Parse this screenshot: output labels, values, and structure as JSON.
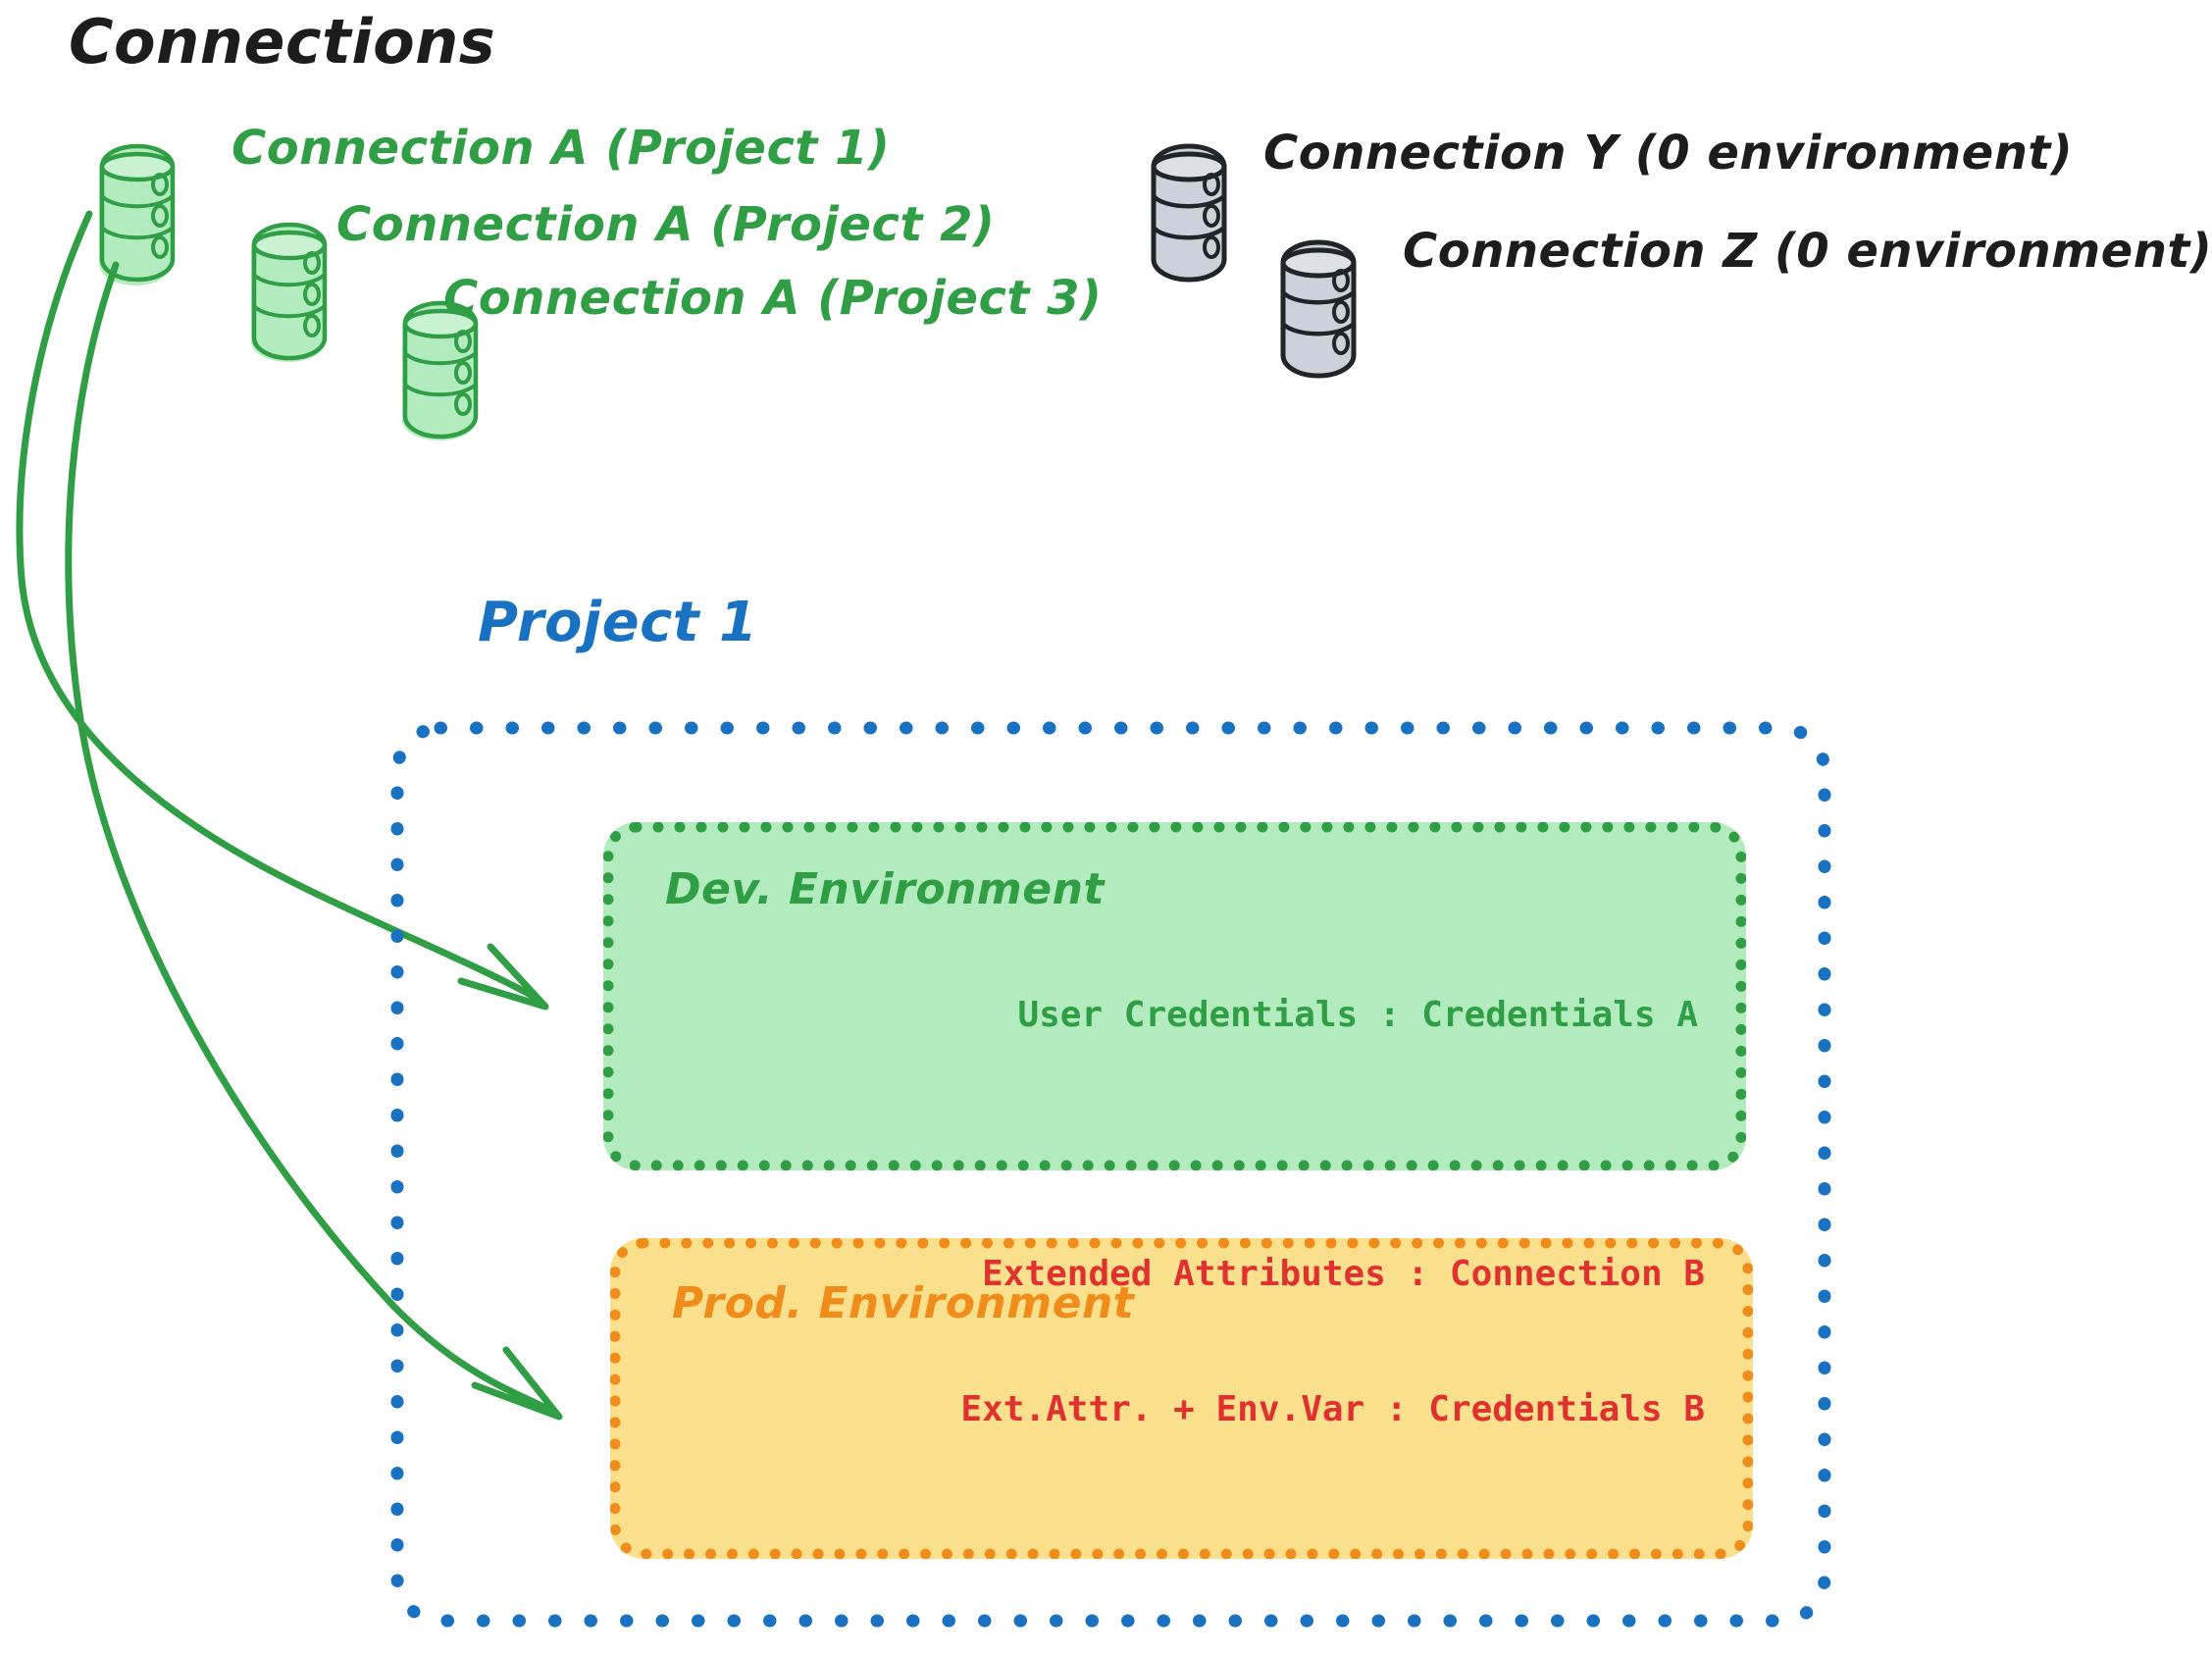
{
  "title": "Connections",
  "connections": [
    {
      "id": "connection-a-project-1",
      "label": "Connection A (Project 1)",
      "color": "#2f9e44",
      "db_style": "green"
    },
    {
      "id": "connection-a-project-2",
      "label": "Connection A (Project 2)",
      "color": "#2f9e44",
      "db_style": "green"
    },
    {
      "id": "connection-a-project-3",
      "label": "Connection A (Project 3)",
      "color": "#2f9e44",
      "db_style": "green"
    },
    {
      "id": "connection-y",
      "label": "Connection Y (0 environment)",
      "color": "#1d1d1d",
      "db_style": "gray"
    },
    {
      "id": "connection-z",
      "label": "Connection Z (0 environment)",
      "color": "#1d1d1d",
      "db_style": "gray"
    }
  ],
  "project": {
    "title": "Project 1",
    "color": "#1971c2",
    "environments": [
      {
        "id": "dev-environment",
        "title": "Dev. Environment",
        "fill": "#b2ebbe",
        "border": "#2f9e44",
        "text_color": "#2f9e44",
        "lines": [
          "User Credentials : Credentials A"
        ]
      },
      {
        "id": "prod-environment",
        "title": "Prod. Environment",
        "fill": "#fae08c",
        "border": "#f08c1a",
        "text_color": "#e03131",
        "lines": [
          "Extended Attributes : Connection B",
          "Ext.Attr. + Env.Var : Credentials B"
        ]
      }
    ]
  },
  "arrows": [
    {
      "id": "arrow-connection-a-to-dev",
      "from": "connection-a-project-1",
      "to": "dev-environment",
      "color": "#2f9e44"
    },
    {
      "id": "arrow-connection-a-to-prod",
      "from": "connection-a-project-1",
      "to": "prod-environment",
      "color": "#2f9e44"
    }
  ],
  "icons": {
    "database": "database-cylinder-icon"
  }
}
